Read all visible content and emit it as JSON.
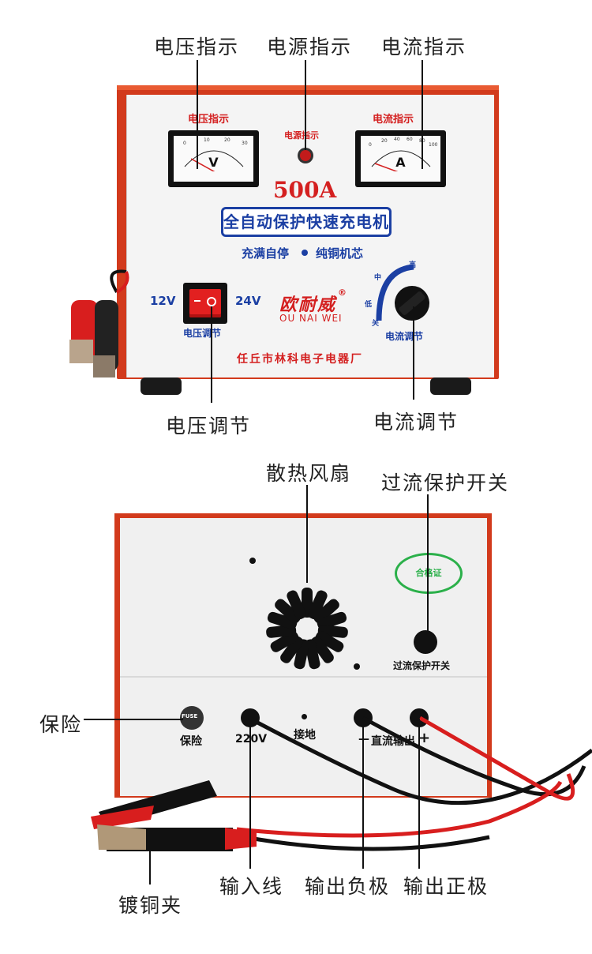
{
  "front": {
    "callouts": {
      "voltage_indicator": "电压指示",
      "power_indicator": "电源指示",
      "current_indicator": "电流指示",
      "voltage_adjust": "电压调节",
      "current_adjust": "电流调节"
    },
    "panel": {
      "voltage_meter_label": "电压指示",
      "power_label": "电源指示",
      "current_meter_label": "电流指示",
      "voltage_meter_unit": "V",
      "current_meter_unit": "A",
      "voltage_scale": [
        "0",
        "10",
        "20",
        "30"
      ],
      "current_scale": [
        "0",
        "20",
        "40",
        "60",
        "80",
        "100"
      ],
      "model": "500A",
      "banner": "全自动保护快速充电机",
      "features_left": "充满自停",
      "features_right": "纯铜机芯",
      "volt_low": "12V",
      "volt_high": "24V",
      "switch_label": "电压调节",
      "brand_cn": "欧耐威",
      "brand_reg": "®",
      "brand_en": "OU NAI WEI",
      "knob_high": "高",
      "knob_mid": "中",
      "knob_low": "低",
      "knob_off": "关",
      "knob_label": "电流调节",
      "maker": "任丘市林科电子电器厂"
    }
  },
  "back": {
    "callouts": {
      "fan": "散热风扇",
      "overcurrent": "过流保护开关",
      "fuse": "保险",
      "clamp": "镀铜夹",
      "input": "输入线",
      "neg": "输出负极",
      "pos": "输出正极"
    },
    "panel": {
      "fuse_label": "保险",
      "fuse_cap": "FUSE",
      "input_label": "220V",
      "ground_label": "接地",
      "dc_out_label": "直流输出",
      "minus": "—",
      "plus": "+",
      "overcurrent_label": "过流保护开关",
      "cert_text": "合格证"
    }
  },
  "colors": {
    "case_red": "#d23a1c",
    "panel_white": "#f4f4f4",
    "label_blue": "#1b3fa3",
    "label_red": "#d42020",
    "cable_red": "#d81e1e",
    "cert_green": "#2bb04a"
  }
}
